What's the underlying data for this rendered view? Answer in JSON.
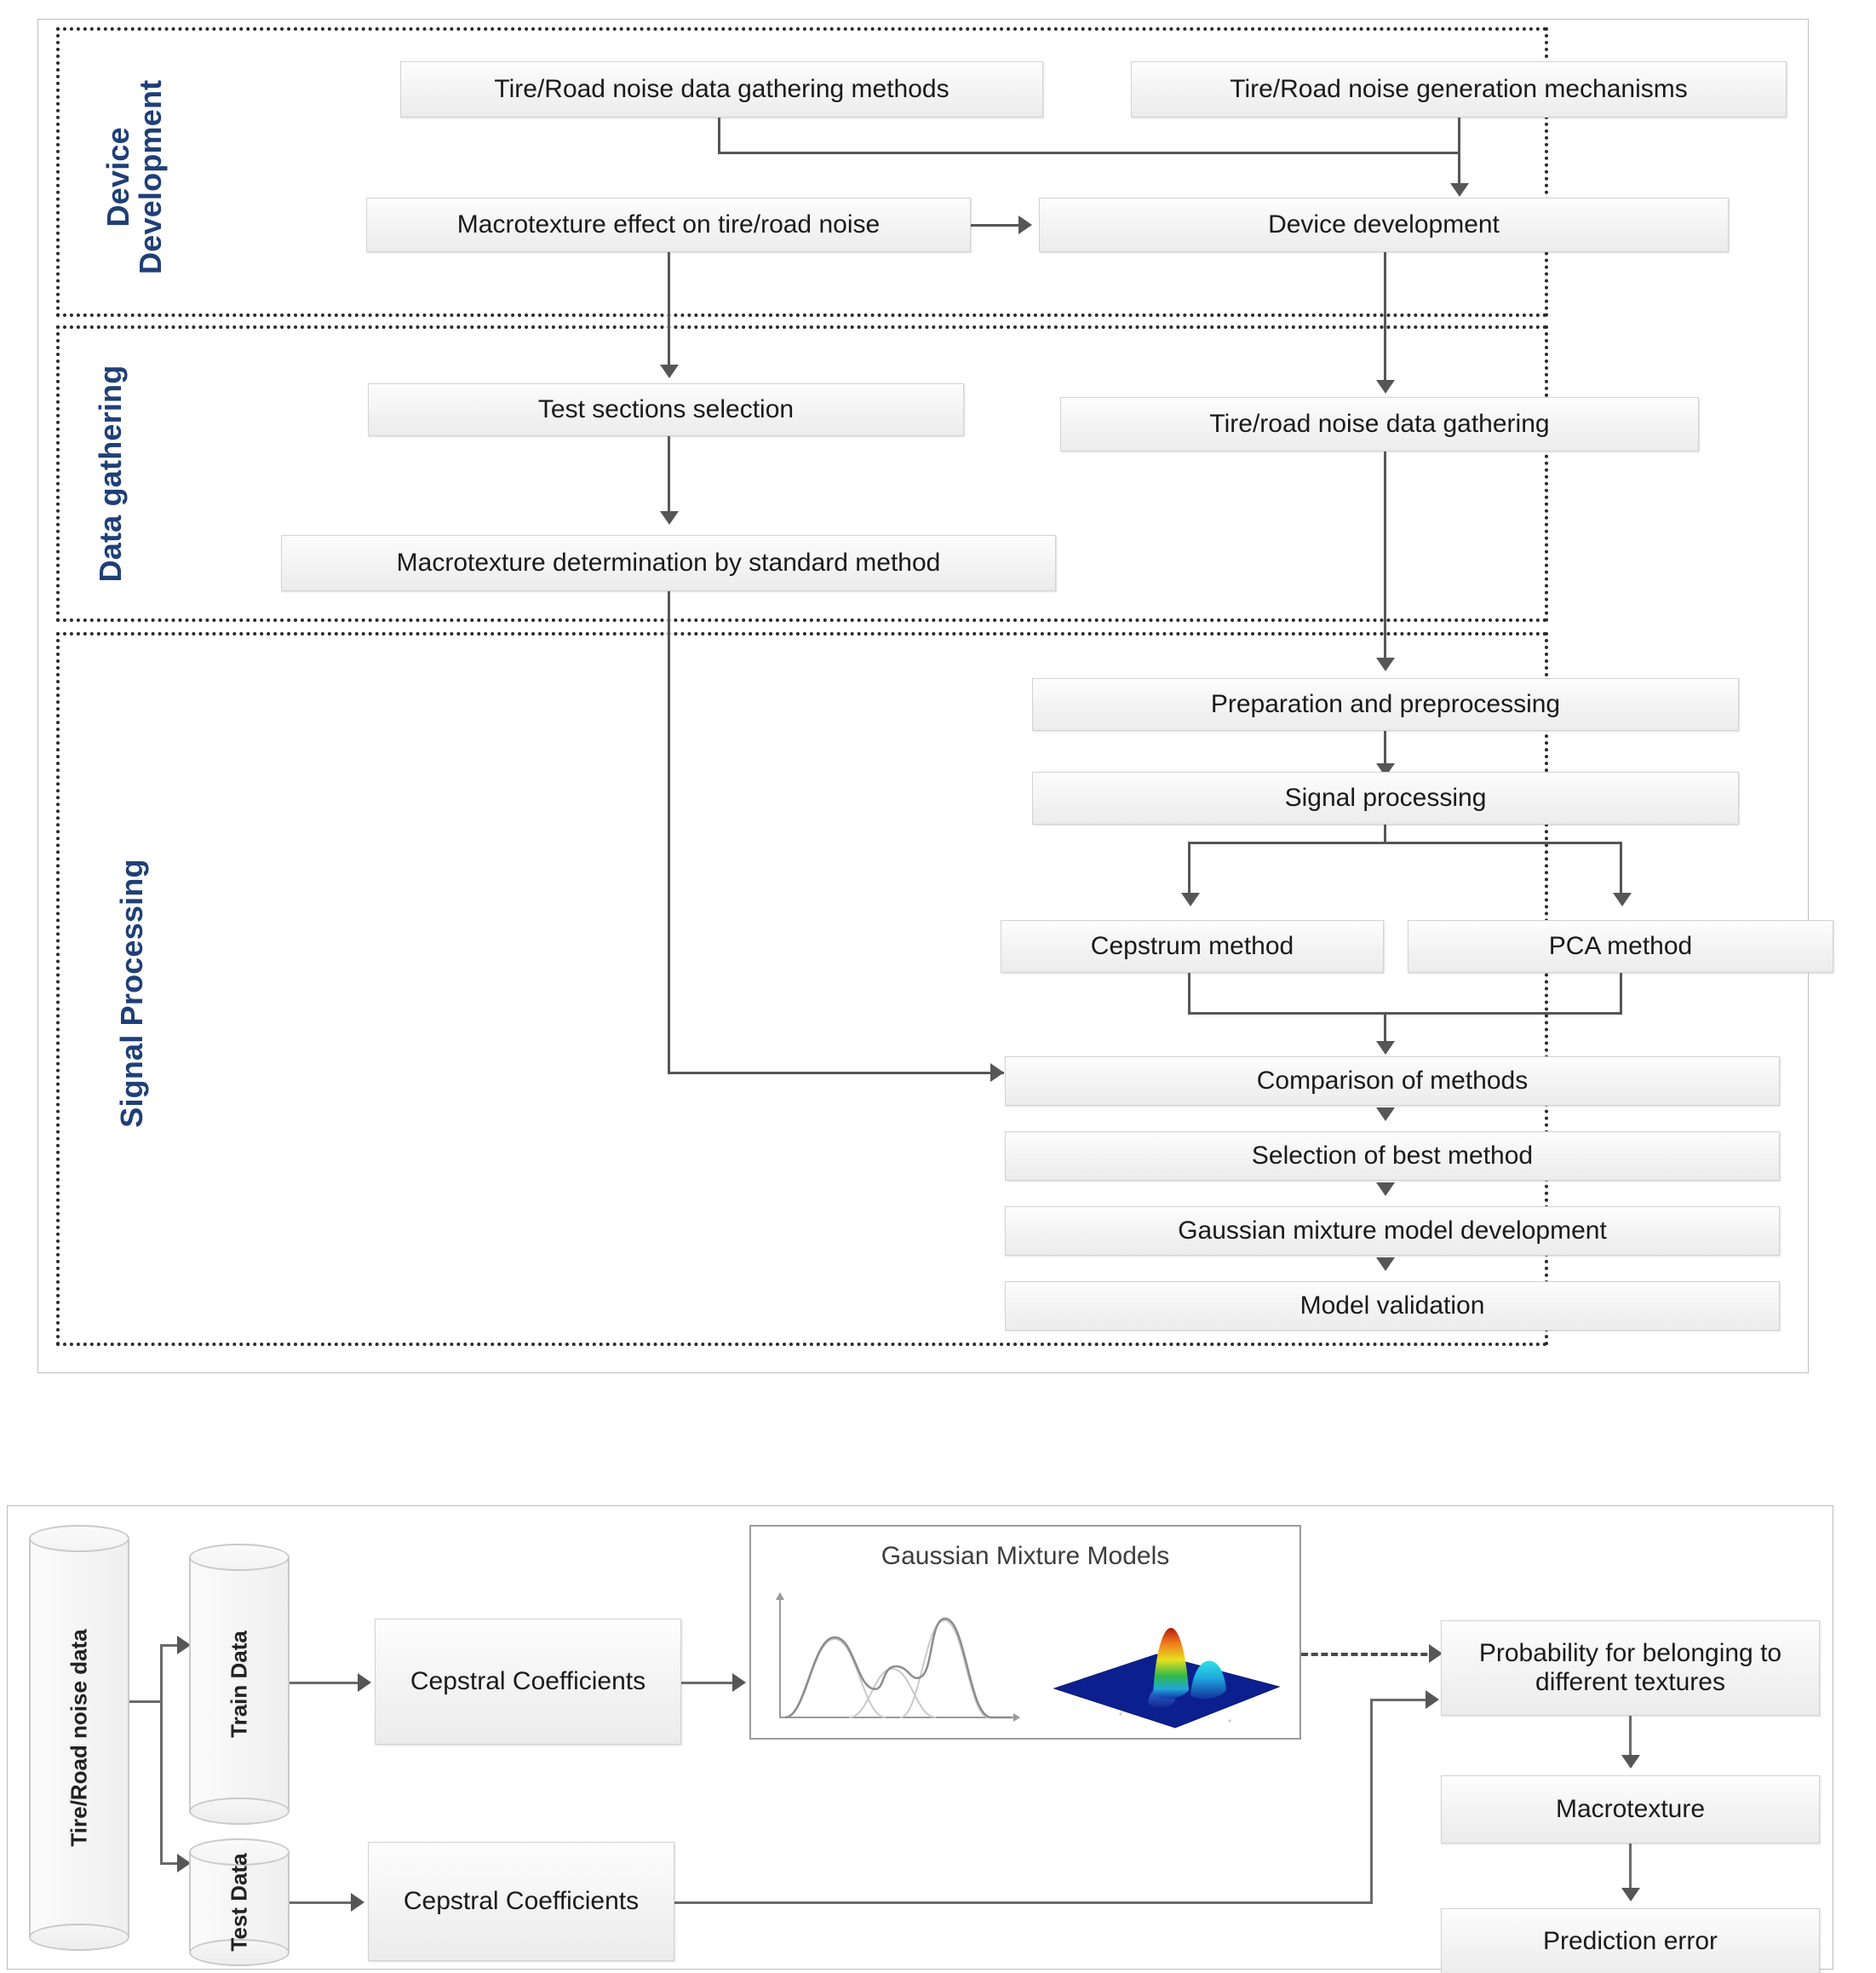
{
  "figure_top": {
    "lanes": [
      {
        "id": "device-development",
        "label": "Device Development"
      },
      {
        "id": "data-gathering",
        "label": "Data gathering"
      },
      {
        "id": "signal-processing",
        "label": "Signal Processing"
      }
    ],
    "nodes": {
      "noise_data_methods": "Tire/Road noise data gathering methods",
      "noise_generation": "Tire/Road noise generation mechanisms",
      "macrotexture_effect": "Macrotexture effect on tire/road noise",
      "device_development": "Device development",
      "test_sections": "Test sections selection",
      "noise_data_gathering": "Tire/road noise data gathering",
      "macrotexture_standard": "Macrotexture determination by standard method",
      "preparation": "Preparation and preprocessing",
      "signal_processing": "Signal processing",
      "cepstrum_method": "Cepstrum method",
      "pca_method": "PCA method",
      "comparison": "Comparison of methods",
      "selection_best": "Selection of best method",
      "gmm_development": "Gaussian mixture model development",
      "model_validation": "Model validation"
    },
    "accent_color": "#1f3f77"
  },
  "figure_bottom": {
    "nodes": {
      "tire_road_noise_data": "Tire/Road noise data",
      "train_data": "Train Data",
      "test_data": "Test Data",
      "cepstral_train": "Cepstral Coefficients",
      "cepstral_test": "Cepstral Coefficients",
      "gmm_panel_title": "Gaussian Mixture Models",
      "probability": "Probability for belonging to different textures",
      "macrotexture": "Macrotexture",
      "prediction_error": "Prediction error"
    }
  }
}
